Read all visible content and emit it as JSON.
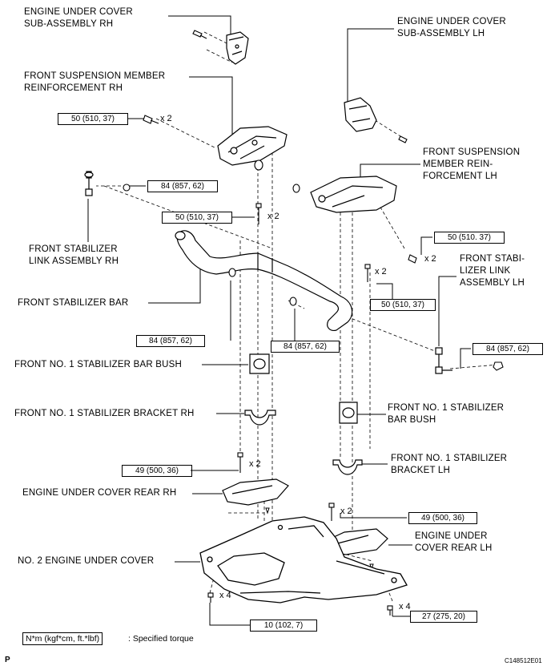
{
  "labels": {
    "eucr_rh": "ENGINE UNDER COVER\nSUB-ASSEMBLY RH",
    "eucr_lh": "ENGINE UNDER COVER\nSUB-ASSEMBLY LH",
    "fsmr_rh": "FRONT SUSPENSION MEMBER\nREINFORCEMENT RH",
    "fsmr_lh": "FRONT SUSPENSION\nMEMBER REIN-\nFORCEMENT LH",
    "fsl_rh": "FRONT STABILIZER\nLINK ASSEMBLY RH",
    "fsl_lh": "FRONT STABI-\nLIZER LINK\nASSEMBLY LH",
    "fsb": "FRONT STABILIZER BAR",
    "bush_rh": "FRONT NO. 1 STABILIZER BAR BUSH",
    "bush_lh": "FRONT NO. 1 STABILIZER\nBAR BUSH",
    "bracket_rh": "FRONT NO. 1 STABILIZER BRACKET RH",
    "bracket_lh": "FRONT NO. 1 STABILIZER\nBRACKET LH",
    "eucrear_rh": "ENGINE UNDER COVER REAR RH",
    "eucrear_lh": "ENGINE UNDER\nCOVER REAR LH",
    "no2": "NO. 2 ENGINE UNDER COVER"
  },
  "torques": {
    "t1": "50 (510, 37)",
    "t2": "84 (857, 62)",
    "t3": "50 (510, 37)",
    "t4": "50 (510. 37)",
    "t5": "50 (510, 37)",
    "t6": "84 (857, 62)",
    "t7": "84 (857, 62)",
    "t8": "84 (857, 62)",
    "t9": "49 (500, 36)",
    "t10": "49 (500, 36)",
    "t11": "10 (102, 7)",
    "t12": "27 (275, 20)"
  },
  "mults": {
    "m1": "x 2",
    "m2": "x 2",
    "m3": "x 2",
    "m4": "x 2",
    "m5": "x 2",
    "m6": "x 2",
    "m7": "x 4",
    "m8": "x 4"
  },
  "legend": {
    "unit": "N*m (kgf*cm, ft.*lbf)",
    "text": ": Specified torque"
  },
  "footer": {
    "page": "P",
    "code": "C148512E01"
  }
}
